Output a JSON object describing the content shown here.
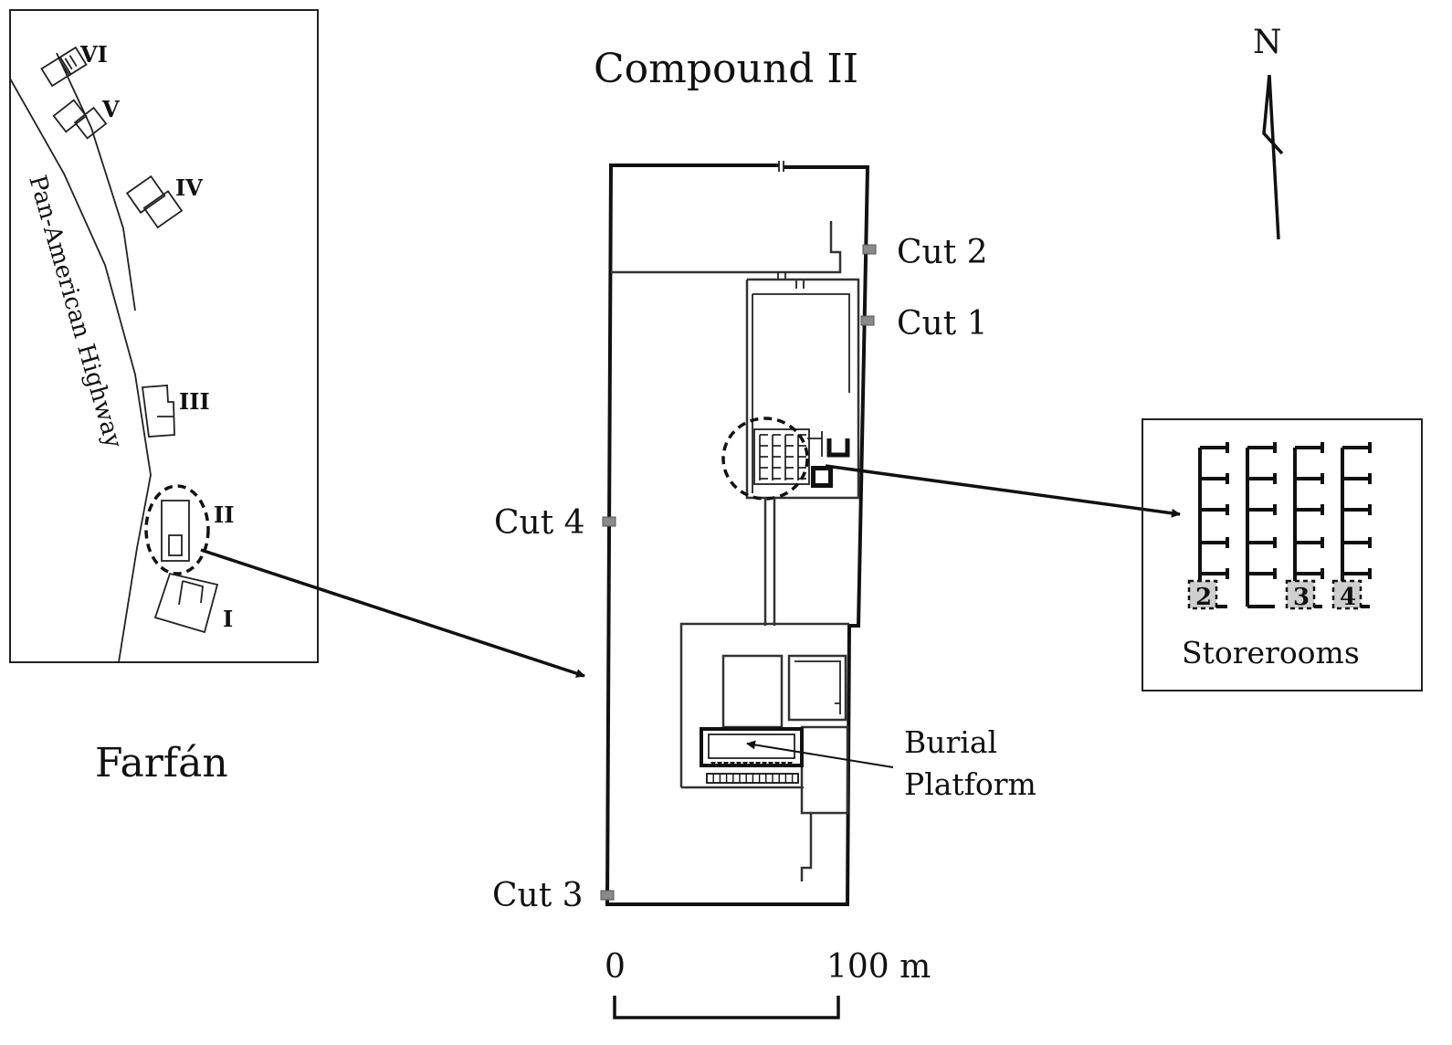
{
  "site_map": {
    "site_name": "Farfán",
    "road_label": "Pan-American Highway",
    "compound_numerals": [
      "VI",
      "V",
      "IV",
      "III",
      "II",
      "I"
    ]
  },
  "plan": {
    "title": "Compound II",
    "cuts": [
      "Cut 2",
      "Cut 1",
      "Cut 4",
      "Cut 3"
    ],
    "burial_label_line1": "Burial",
    "burial_label_line2": "Platform"
  },
  "inset": {
    "title": "Storerooms",
    "room_numbers": [
      "2",
      "3",
      "4"
    ]
  },
  "scale_bar": {
    "start_label": "0",
    "end_label": "100 m"
  },
  "north_arrow": {
    "label": "N"
  }
}
